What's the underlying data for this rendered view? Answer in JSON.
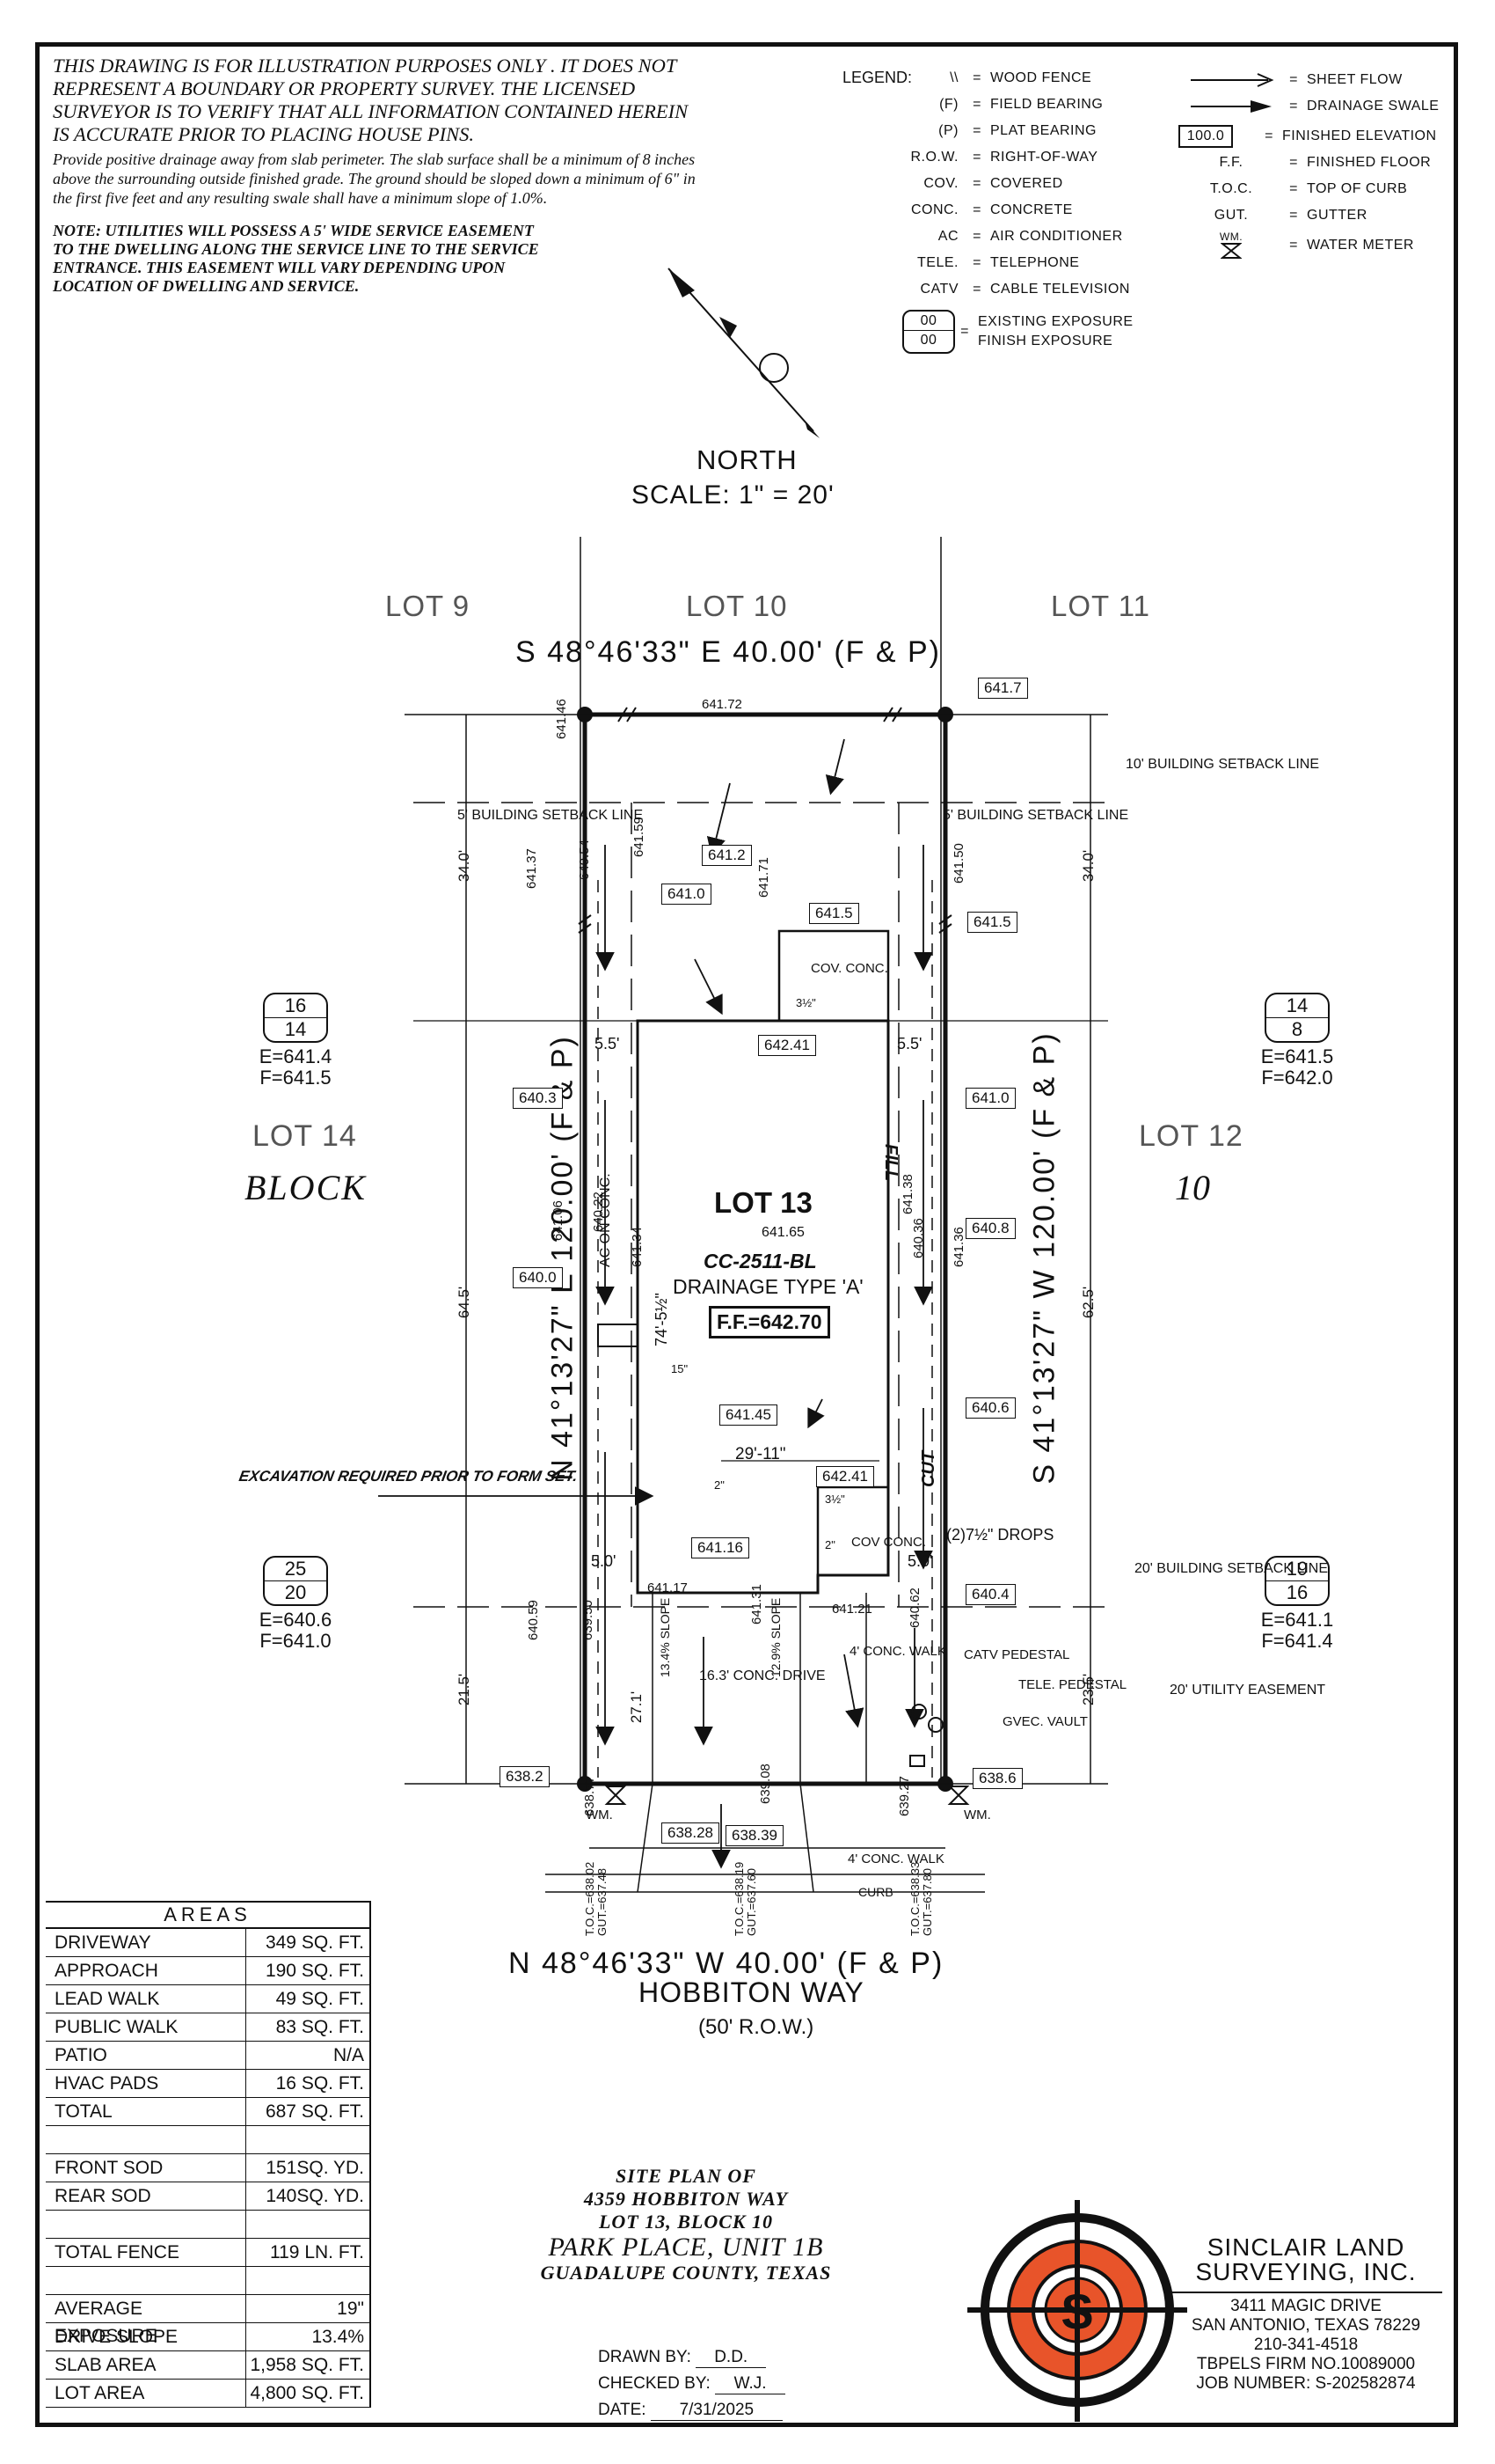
{
  "notes": {
    "disclaimer": "THIS DRAWING IS FOR ILLUSTRATION PURPOSES ONLY . IT DOES NOT REPRESENT A BOUNDARY OR PROPERTY SURVEY. THE LICENSED SURVEYOR IS TO VERIFY THAT ALL INFORMATION CONTAINED HEREIN IS ACCURATE PRIOR TO PLACING HOUSE PINS.",
    "drainage": "Provide positive drainage away from slab perimeter. The slab surface shall be a minimum of 8 inches above the surrounding outside finished grade. The ground should be sloped down a minimum of 6\" in the first five feet and any resulting swale shall have a minimum slope of 1.0%.",
    "utilities": "NOTE: UTILITIES WILL POSSESS A 5' WIDE SERVICE EASEMENT TO THE DWELLING ALONG THE SERVICE LINE TO THE SERVICE ENTRANCE. THIS EASEMENT WILL VARY DEPENDING UPON LOCATION OF DWELLING AND SERVICE."
  },
  "legend": {
    "title": "LEGEND:",
    "items": [
      {
        "key": "\\\\",
        "value": "WOOD FENCE"
      },
      {
        "key": "(F)",
        "value": "FIELD BEARING"
      },
      {
        "key": "(P)",
        "value": "PLAT BEARING"
      },
      {
        "key": "R.O.W.",
        "value": "RIGHT-OF-WAY"
      },
      {
        "key": "COV.",
        "value": "COVERED"
      },
      {
        "key": "CONC.",
        "value": "CONCRETE"
      },
      {
        "key": "AC",
        "value": "AIR CONDITIONER"
      },
      {
        "key": "TELE.",
        "value": "TELEPHONE"
      },
      {
        "key": "CATV",
        "value": "CABLE TELEVISION"
      }
    ],
    "exposure_top": "00",
    "exposure_bottom": "00",
    "exposure_line1": "EXISTING EXPOSURE",
    "exposure_line2": "FINISH EXPOSURE",
    "right_items": [
      {
        "icon": "sheet-flow-arrow-icon",
        "value": "SHEET FLOW"
      },
      {
        "icon": "drainage-swale-arrow-icon",
        "value": "DRAINAGE SWALE"
      },
      {
        "icon": "elevation-box-icon",
        "key": "100.0",
        "value": "FINISHED ELEVATION"
      },
      {
        "key": "F.F.",
        "value": "FINISHED FLOOR"
      },
      {
        "key": "T.O.C.",
        "value": "TOP OF CURB"
      },
      {
        "key": "GUT.",
        "value": "GUTTER"
      },
      {
        "icon": "water-meter-icon",
        "key": "WM.",
        "value": "WATER METER"
      }
    ],
    "equals": "="
  },
  "north": {
    "label": "NORTH",
    "scale": "SCALE: 1\" = 20'"
  },
  "lots": {
    "lot9": "LOT 9",
    "lot10": "LOT 10",
    "lot11": "LOT 11",
    "lot14": "LOT 14",
    "lot12": "LOT 12",
    "block": "BLOCK",
    "block_no": "10",
    "lot13": "LOT 13"
  },
  "bearings": {
    "top": "S 48°46'33\" E 40.00' (F & P)",
    "bottom": "N 48°46'33\" W 40.00' (F & P)",
    "left": "N 41°13'27\" E 120.00' (F & P)",
    "right": "S 41°13'27\" W 120.00' (F & P)"
  },
  "street": {
    "name": "HOBBITON WAY",
    "row": "(50' R.O.W.)",
    "walk": "4' CONC. WALK",
    "curb": "CURB"
  },
  "house": {
    "plan": "CC-2511-BL",
    "drainage_type": "DRAINAGE TYPE 'A'",
    "ff": "F.F.=642.70",
    "center_elev": "641.65",
    "width_dim": "29'-11\"",
    "depth_dim": "74'-5½\"",
    "ac": "AC ON CONC.",
    "fill": "FILL",
    "cut": "CUT",
    "cov_conc_top": "COV. CONC.",
    "cov_conc_bot": "COV CONC.",
    "drops": "(2)7½\" DROPS",
    "step_top": "3½\"",
    "step_bot": "3½\"",
    "step_mid": "2\"",
    "step_mid2": "2\"",
    "step_side": "15\""
  },
  "setbacks": {
    "left5": "5' BUILDING SETBACK LINE",
    "right5": "5' BUILDING SETBACK LINE",
    "rear10": "10' BUILDING SETBACK LINE",
    "front20": "20' BUILDING SETBACK LINE",
    "utility20": "20' UTILITY EASEMENT",
    "dim_left_offset": "5.5'",
    "dim_right_offset": "5.5'",
    "dim_left_front": "5.0'",
    "dim_right_front": "5.0'"
  },
  "dims": {
    "left_top": "34.0'",
    "right_top": "34.0'",
    "left_mid": "64.5'",
    "right_mid": "62.5'",
    "left_bot": "21.5'",
    "right_bot": "23.5'",
    "drive": "27.1'"
  },
  "drive": {
    "label": "16.3' CONC. DRIVE",
    "slope_left": "13.4% SLOPE",
    "slope_right": "12.9% SLOPE",
    "walk": "4' CONC. WALK",
    "catv": "CATV PEDESTAL",
    "tele": "TELE. PEDESTAL",
    "gvec": "GVEC. VAULT"
  },
  "excavation": "EXCAVATION REQUIRED PRIOR TO FORM SET.",
  "exposures": [
    {
      "top": "16",
      "bot": "14",
      "e": "E=641.4",
      "f": "F=641.5"
    },
    {
      "top": "14",
      "bot": "8",
      "e": "E=641.5",
      "f": "F=642.0"
    },
    {
      "top": "25",
      "bot": "20",
      "e": "E=640.6",
      "f": "F=641.0"
    },
    {
      "top": "19",
      "bot": "16",
      "e": "E=641.1",
      "f": "F=641.4"
    }
  ],
  "elev_boxes": {
    "b1": "641.7",
    "b2": "641.2",
    "b3": "641.0",
    "b4": "641.5",
    "b5": "641.5",
    "b6": "642.41",
    "b7": "640.3",
    "b8": "641.0",
    "b9": "640.8",
    "b10": "640.0",
    "b11": "641.45",
    "b12": "640.6",
    "b13": "642.41",
    "b14": "641.16",
    "b15": "640.4",
    "b16": "638.2",
    "b17": "638.6",
    "b18": "638.28",
    "b19": "638.39"
  },
  "spot_elev": {
    "s1": "641.72",
    "s2": "641.46",
    "s3": "641.37",
    "s4": "640.54",
    "s5": "641.59",
    "s6": "641.71",
    "s7": "641.50",
    "s8": "641.06",
    "s9": "640.22",
    "s10": "641.34",
    "s11": "641.38",
    "s12": "640.36",
    "s13": "641.36",
    "s14": "641.17",
    "s15": "641.21",
    "s16": "640.59",
    "s17": "639.50",
    "s18": "641.31",
    "s19": "640.62",
    "s20": "638.77",
    "s21": "639.08",
    "s22": "639.27"
  },
  "toc": [
    {
      "toc": "T.O.C.=",
      "a": "638.02",
      "b": "637.48"
    },
    {
      "toc": "T.O.C.=",
      "a": "638.19",
      "b": "637.60"
    },
    {
      "toc": "T.O.C.=",
      "a": "638.33",
      "b": "637.80"
    }
  ],
  "toc_gut": "GUT.=",
  "wm": "WM.",
  "areas": {
    "title": "AREAS",
    "rows": [
      {
        "k": "DRIVEWAY",
        "v": "349 SQ. FT."
      },
      {
        "k": "APPROACH",
        "v": "190 SQ. FT."
      },
      {
        "k": "LEAD WALK",
        "v": "49 SQ. FT."
      },
      {
        "k": "PUBLIC WALK",
        "v": "83 SQ. FT."
      },
      {
        "k": "PATIO",
        "v": "N/A"
      },
      {
        "k": "HVAC PADS",
        "v": "16 SQ. FT."
      },
      {
        "k": "TOTAL",
        "v": "687 SQ. FT."
      },
      {
        "k": "",
        "v": ""
      },
      {
        "k": "FRONT SOD",
        "v": "151SQ. YD."
      },
      {
        "k": "REAR SOD",
        "v": "140SQ. YD."
      },
      {
        "k": "",
        "v": ""
      },
      {
        "k": "TOTAL FENCE",
        "v": "119 LN. FT."
      },
      {
        "k": "",
        "v": ""
      },
      {
        "k": "AVERAGE EXPOSURE",
        "v": "19\""
      },
      {
        "k": "DRIVE SLOPE",
        "v": "13.4%"
      },
      {
        "k": "SLAB AREA",
        "v": "1,958 SQ. FT."
      },
      {
        "k": "LOT AREA",
        "v": "4,800 SQ. FT."
      }
    ]
  },
  "title_block": {
    "l1": "SITE PLAN OF",
    "l2": "4359 HOBBITON WAY",
    "l3": "LOT 13, BLOCK 10",
    "l4": "PARK PLACE, UNIT 1B",
    "l5": "GUADALUPE COUNTY, TEXAS"
  },
  "drawn": {
    "drawn_label": "DRAWN BY:",
    "drawn": "D.D.",
    "checked_label": "CHECKED BY:",
    "checked": "W.J.",
    "date_label": "DATE:",
    "date": "7/31/2025"
  },
  "company": {
    "name1": "SINCLAIR LAND",
    "name2": "SURVEYING, INC.",
    "addr1": "3411 MAGIC DRIVE",
    "addr2": "SAN ANTONIO, TEXAS 78229",
    "phone": "210-341-4518",
    "firm": "TBPELS FIRM NO.10089000",
    "job": "JOB NUMBER: S-202582874",
    "logo_letter": "S",
    "logo_color": "#e8542a"
  }
}
